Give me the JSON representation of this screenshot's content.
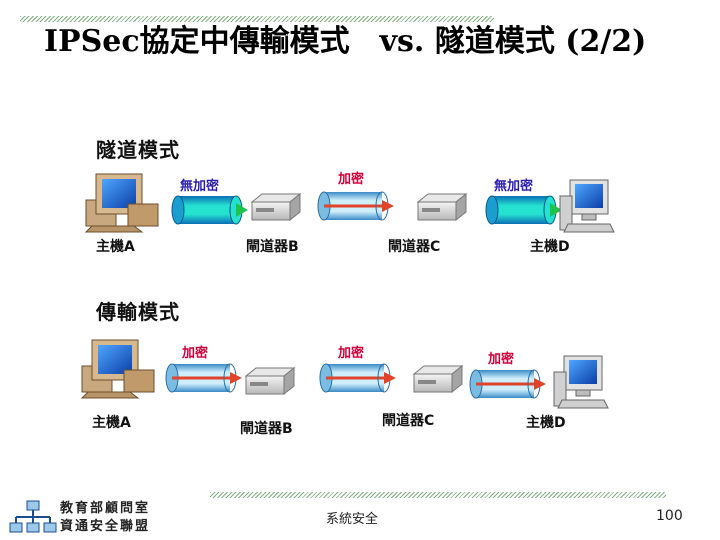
{
  "title": "IPSec協定中傳輸模式　vs. 隧道模式 (2/2)",
  "tunnel_mode": {
    "label": "隧道模式",
    "nodes": [
      "主機A",
      "閘道器B",
      "閘道器C",
      "主機D"
    ],
    "segments": [
      "無加密",
      "加密",
      "無加密"
    ]
  },
  "transport_mode": {
    "label": "傳輸模式",
    "nodes": [
      "主機A",
      "閘道器B",
      "閘道器C",
      "主機D"
    ],
    "segments": [
      "加密",
      "加密",
      "加密"
    ]
  },
  "footer": {
    "org_line1": "教育部顧問室",
    "org_line2": "資通安全聯盟",
    "center": "系統安全",
    "page": "100"
  },
  "colors": {
    "plain_tube": "#26e0c8",
    "encrypted_tube": "#bfe6f7",
    "encrypted_core": "#e0442a",
    "encrypted_label": "#d0003a",
    "plain_label": "#2c1fb0"
  }
}
